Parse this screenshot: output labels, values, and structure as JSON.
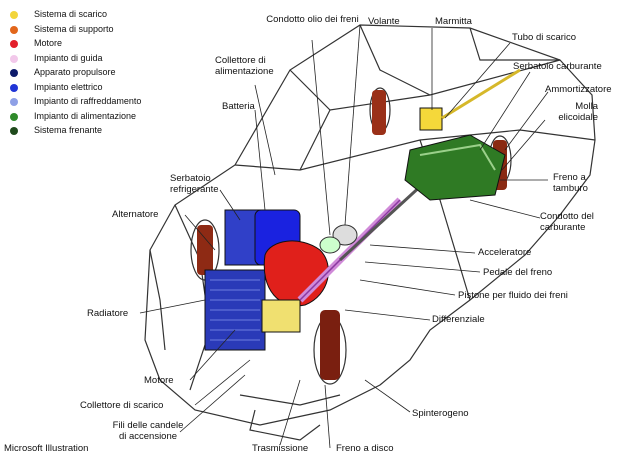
{
  "legend": [
    {
      "label": "Sistema di scarico",
      "color": "#f2d53c"
    },
    {
      "label": "Sistema di supporto",
      "color": "#e2661b"
    },
    {
      "label": "Motore",
      "color": "#e3202b"
    },
    {
      "label": "Impianto di guida",
      "color": "#f2c8ea"
    },
    {
      "label": "Apparato propulsore",
      "color": "#0d1b6b"
    },
    {
      "label": "Impianto elettrico",
      "color": "#2035d6"
    },
    {
      "label": "Impianto di raffreddamento",
      "color": "#8ea0e6"
    },
    {
      "label": "Impianto di alimentazione",
      "color": "#2f8a2a"
    },
    {
      "label": "Sistema frenante",
      "color": "#1f4a1c"
    }
  ],
  "labels": {
    "condotto_olio": "Condotto olio dei freni",
    "volante": "Volante",
    "marmitta": "Marmitta",
    "tubo_scarico": "Tubo di scarico",
    "serbatoio_carburante": "Serbatoio carburante",
    "ammortizzatore": "Ammortizzatore",
    "molla_elicoidale": "Molla elicoidale",
    "collettore_alimentazione": "Collettore di alimentazione",
    "batteria": "Batteria",
    "serbatoio_refrigerante": "Serbatoio refrigerante",
    "alternatore": "Alternatore",
    "freno_tamburo": "Freno a tamburo",
    "condotto_carburante": "Condotto del carburante",
    "acceleratore": "Acceleratore",
    "pedale_freno": "Pedale del freno",
    "pistone_fluido": "Pistone per fluido dei freni",
    "differenziale": "Differenziale",
    "radiatore": "Radiatore",
    "motore": "Motore",
    "collettore_scarico": "Collettore di scarico",
    "fili_candele": "Fili delle candele di accensione",
    "spinterogeno": "Spinterogeno",
    "trasmissione": "Trasmissione",
    "freno_disco": "Freno a disco"
  },
  "credit": "Microsoft Illustration"
}
